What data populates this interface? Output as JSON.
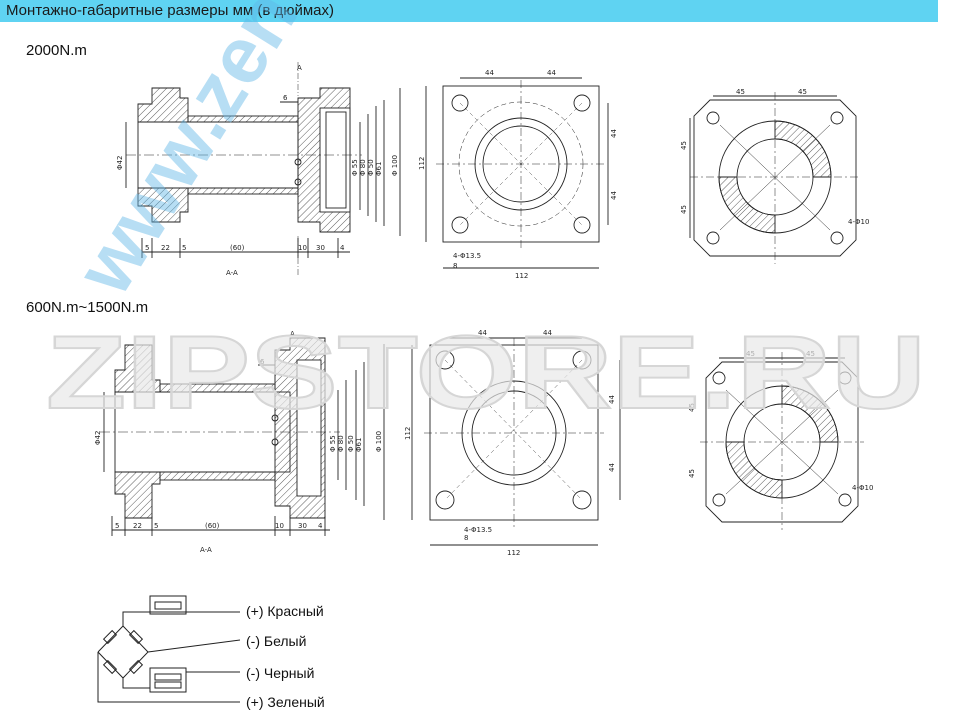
{
  "header": {
    "title": "Монтажно-габаритные размеры мм (в дюймах)",
    "accent_color": "#5fd3f2"
  },
  "sections": [
    {
      "title": "2000N.m"
    },
    {
      "title": "600N.m~1500N.m"
    }
  ],
  "dimensions": {
    "d42": "Φ42",
    "d55": "Φ 55",
    "d80": "Φ 80",
    "d50": "Φ 50",
    "d61": "Φ61",
    "d100": "Φ 100",
    "w5": "5",
    "w22": "22",
    "w60": "(60)",
    "w10": "10",
    "w30": "30",
    "w4": "4",
    "w6": "6",
    "s44": "44",
    "s112": "112",
    "s45": "45",
    "hole_square": "4-Φ13.5",
    "hole_round": "4-Φ10",
    "hole_depth": "8",
    "section_mark": "A",
    "section_view": "A-A"
  },
  "wiring": [
    {
      "label": "(+) Красный"
    },
    {
      "label": "(-) Белый"
    },
    {
      "label": "(-) Черный"
    },
    {
      "label": "(+) Зеленый"
    }
  ],
  "watermarks": {
    "diagonal": "www.zen",
    "store": "ZIPSTORE.RU"
  }
}
